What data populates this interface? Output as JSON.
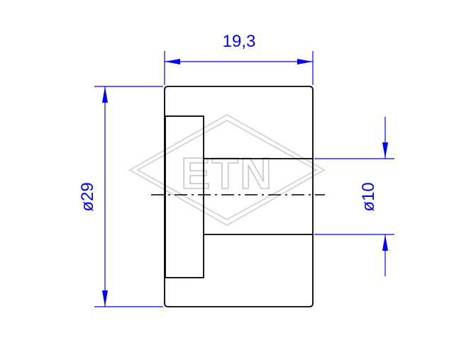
{
  "drawing": {
    "watermark": "ETN",
    "dimensions": {
      "length": "19,3",
      "outer_diameter": "ø29",
      "bore_diameter": "ø10"
    },
    "colors": {
      "outline": "#000000",
      "dimension": "#0000ff",
      "watermark": "#cccccc",
      "background": "#ffffff"
    }
  }
}
